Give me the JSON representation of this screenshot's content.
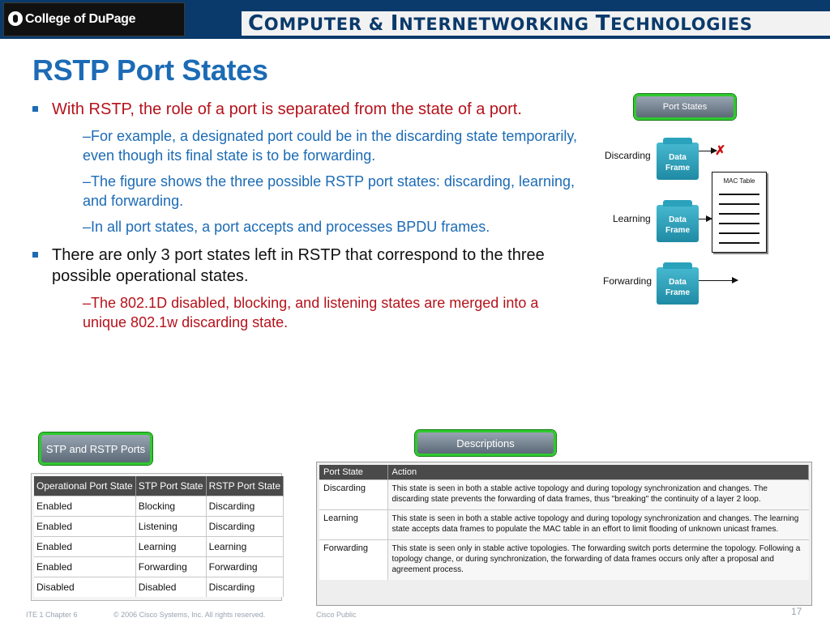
{
  "header": {
    "logo_text": "College of DuPage",
    "dept_parts": [
      {
        "big": "C",
        "rest": "OMPUTER & "
      },
      {
        "big": "I",
        "rest": "NTERNETWORKING "
      },
      {
        "big": "T",
        "rest": "ECHNOLOGIES"
      }
    ]
  },
  "title": "RSTP Port States",
  "bullets": [
    {
      "text": "With RSTP, the role of a port is separated from the state of a port.",
      "subs": [
        "–For example, a designated port could be in the discarding state temporarily, even though its final state is to be forwarding.",
        "–The figure shows the three possible RSTP port states: discarding, learning, and forwarding.",
        "–In all port states, a port accepts and processes BPDU frames."
      ]
    },
    {
      "text": "There are only 3 port states left in RSTP that correspond to the three possible operational states.",
      "subs": [
        "–The 802.1D disabled, blocking, and listening states are merged into a unique 802.1w discarding state."
      ]
    }
  ],
  "figure": {
    "button_label": "Port States",
    "states": [
      "Discarding",
      "Learning",
      "Forwarding"
    ],
    "frame_line1": "Data",
    "frame_line2": "Frame",
    "mac_table_label": "MAC Table",
    "blocked_mark": "✗"
  },
  "stp_table": {
    "button_label": "STP and RSTP Ports",
    "headers": [
      "Operational Port State",
      "STP Port State",
      "RSTP Port State"
    ],
    "rows": [
      [
        "Enabled",
        "Blocking",
        "Discarding"
      ],
      [
        "Enabled",
        "Listening",
        "Discarding"
      ],
      [
        "Enabled",
        "Learning",
        "Learning"
      ],
      [
        "Enabled",
        "Forwarding",
        "Forwarding"
      ],
      [
        "Disabled",
        "Disabled",
        "Discarding"
      ]
    ]
  },
  "desc_table": {
    "button_label": "Descriptions",
    "headers": [
      "Port State",
      "Action"
    ],
    "rows": [
      [
        "Discarding",
        "This state is seen in both a stable active topology and during topology synchronization and changes. The discarding state prevents the forwarding of data frames, thus \"breaking\" the continuity of a layer 2 loop."
      ],
      [
        "Learning",
        "This state is seen in both a stable active topology and during topology synchronization and changes. The learning state accepts data frames to populate the MAC table in an effort to limit flooding of unknown unicast frames."
      ],
      [
        "Forwarding",
        "This state is seen only in stable active topologies. The forwarding switch ports determine the topology. Following a topology change, or during synchronization, the forwarding of data frames occurs only after a proposal and agreement process."
      ]
    ]
  },
  "footer": {
    "chapter": "ITE 1 Chapter 6",
    "copyright": "© 2006 Cisco Systems, Inc. All rights reserved.",
    "classification": "Cisco Public",
    "page": "17"
  },
  "colors": {
    "banner": "#0a3a6b",
    "title": "#1c6bb5",
    "level1_first": "#b5121b",
    "level2_blue": "#1c6bb5",
    "level2_red": "#b5121b",
    "button_border": "#2fc92f"
  }
}
